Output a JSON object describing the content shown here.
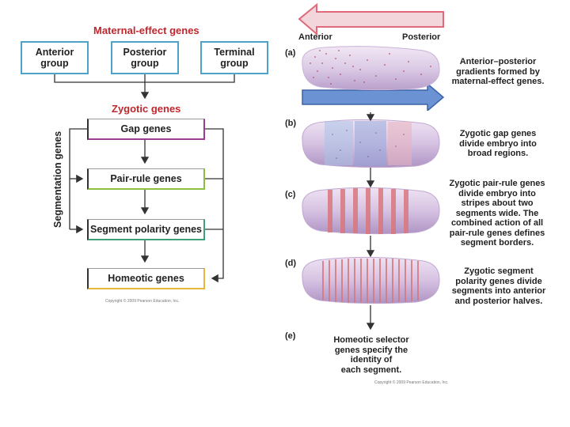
{
  "left": {
    "maternal_title": "Maternal-effect genes",
    "groups": [
      {
        "line1": "Anterior",
        "line2": "group"
      },
      {
        "line1": "Posterior",
        "line2": "group"
      },
      {
        "line1": "Terminal",
        "line2": "group"
      }
    ],
    "zygotic_title": "Zygotic genes",
    "side_label": "Segmentation genes",
    "gap": "Gap genes",
    "pair_rule": "Pair-rule genes",
    "segment_polarity": "Segment polarity genes",
    "homeotic": "Homeotic genes",
    "copyright": "Copyright © 2009 Pearson Education, Inc.",
    "colors": {
      "gap": "#9b3d8f",
      "pair_rule": "#8cbf3f",
      "segment_polarity": "#3f9f7a",
      "homeotic": "#e8b63a",
      "group_border": "#4ea3c8"
    }
  },
  "right": {
    "anterior": "Anterior",
    "posterior": "Posterior",
    "panels": [
      {
        "label": "(a)",
        "desc": [
          "Anterior–posterior",
          "gradients formed by",
          "maternal-effect genes."
        ]
      },
      {
        "label": "(b)",
        "desc": [
          "Zygotic gap genes",
          "divide embryo into",
          "broad regions."
        ]
      },
      {
        "label": "(c)",
        "desc": [
          "Zygotic pair-rule genes",
          "divide embryo into",
          "stripes about two",
          "segments wide. The",
          "combined action of all",
          "pair-rule genes defines",
          "segment borders."
        ]
      },
      {
        "label": "(d)",
        "desc": [
          "Zygotic segment",
          "polarity genes divide",
          "segments into anterior",
          "and posterior halves."
        ]
      },
      {
        "label": "(e)",
        "desc": [
          "Homeotic selector",
          "genes specify the",
          "identity of",
          "each segment."
        ]
      }
    ],
    "copyright": "Copyright © 2009 Pearson Education, Inc.",
    "colors": {
      "arrow_left": "#e0697a",
      "arrow_right": "#4c7cc4",
      "embryo": "#d9c6e3",
      "stripe": "#d9777e"
    }
  }
}
